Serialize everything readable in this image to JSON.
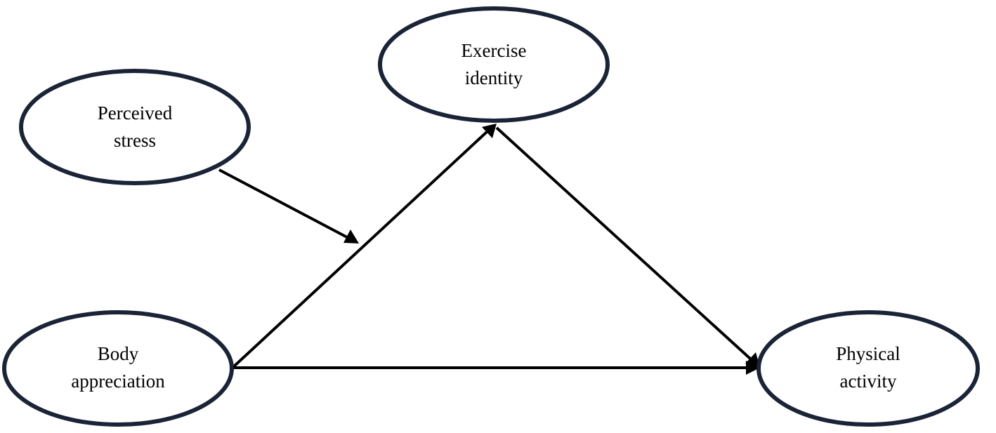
{
  "nodes": {
    "perceived_stress": {
      "line1": "Perceived",
      "line2": "stress"
    },
    "exercise_identity": {
      "line1": "Exercise",
      "line2": "identity"
    },
    "body_appreciation": {
      "line1": "Body",
      "line2": "appreciation"
    },
    "physical_activity": {
      "line1": "Physical",
      "line2": "activity"
    }
  },
  "edges": [
    {
      "from": "body_appreciation",
      "to": "exercise_identity"
    },
    {
      "from": "exercise_identity",
      "to": "physical_activity"
    },
    {
      "from": "body_appreciation",
      "to": "physical_activity"
    },
    {
      "from": "perceived_stress",
      "to": "edge:body_appreciation->exercise_identity",
      "type": "moderation"
    }
  ],
  "colors": {
    "node_stroke": "#1a2436",
    "edge": "#000000",
    "background": "#ffffff"
  }
}
